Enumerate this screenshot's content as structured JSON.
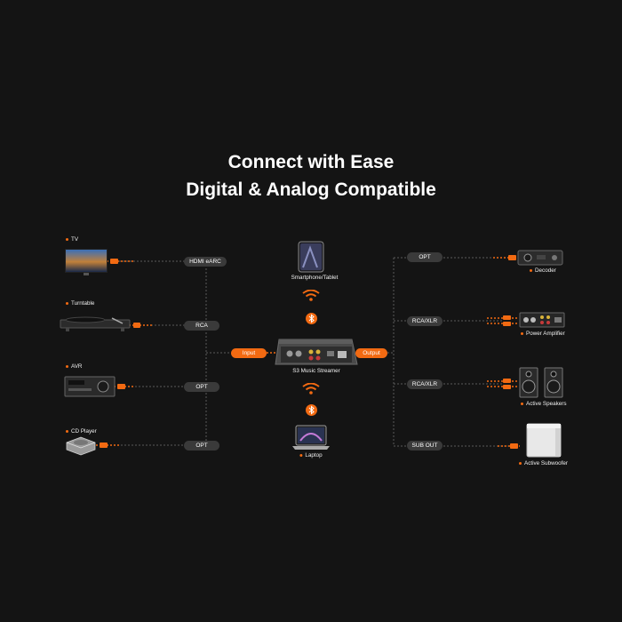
{
  "title": {
    "line1": "Connect with Ease",
    "line2": "Digital & Analog Compatible"
  },
  "colors": {
    "background": "#141414",
    "accent": "#f26a12",
    "pill": "#3a3a3a",
    "wire_gray": "#5a5a5a"
  },
  "sources": [
    {
      "label": "TV",
      "port": "HDMI eARC",
      "icon": "tv-icon"
    },
    {
      "label": "Turntable",
      "port": "RCA",
      "icon": "turntable-icon"
    },
    {
      "label": "AVR",
      "port": "OPT",
      "icon": "avr-icon"
    },
    {
      "label": "CD Player",
      "port": "OPT",
      "icon": "cd-player-icon"
    }
  ],
  "center": {
    "device_label": "S3 Music Streamer",
    "input_label": "Input",
    "output_label": "Output",
    "top_device": "Smartphone/Tablet",
    "bottom_device": "Laptop"
  },
  "outputs": [
    {
      "label": "Decoder",
      "port": "OPT",
      "icon": "decoder-icon"
    },
    {
      "label": "Power Amplifier",
      "port": "RCA/XLR",
      "icon": "power-amplifier-icon"
    },
    {
      "label": "Active Speakers",
      "port": "RCA/XLR",
      "icon": "active-speakers-icon"
    },
    {
      "label": "Active Subwoofer",
      "port": "SUB OUT",
      "icon": "subwoofer-icon"
    }
  ]
}
